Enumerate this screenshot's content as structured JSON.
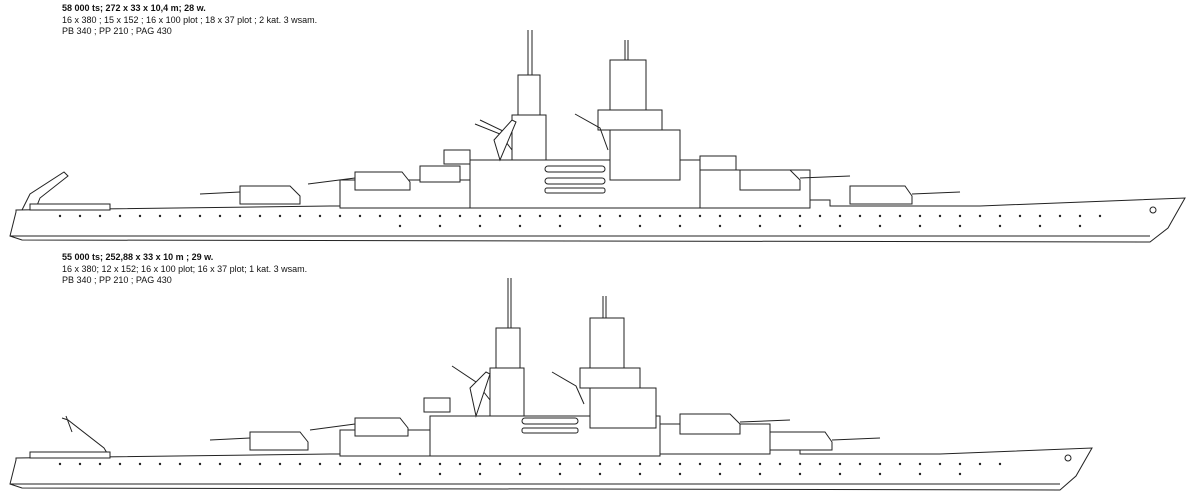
{
  "designs": [
    {
      "spec_lines": [
        "58 000 ts; 272 x 33 x 10,4 m; 28 w.",
        "16 x 380 ; 15 x 152 ; 16 x 100 plot ; 18 x 37 plot ; 2 kat. 3 wsam.",
        "PB 340 ; PP 210 ; PAG 430"
      ]
    },
    {
      "spec_lines": [
        "55 000 ts; 252,88 x 33 x 10 m ; 29 w.",
        "16 x 380; 12 x 152; 16 x 100 plot; 16 x 37 plot; 1 kat. 3 wsam.",
        "PB 340 ; PP 210 ; PAG 430"
      ]
    }
  ]
}
